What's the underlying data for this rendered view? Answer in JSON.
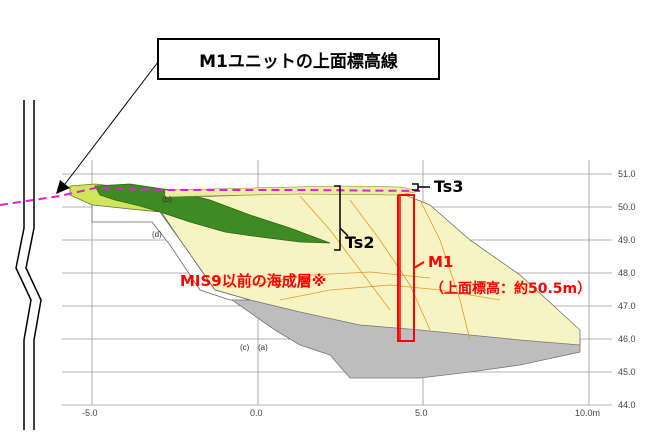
{
  "callout": {
    "title": "M1ユニットの上面標高線"
  },
  "labels": {
    "ts3": "Ts3",
    "ts2": "Ts2",
    "m1": "M1",
    "m1_elevation": "（上面標高：約50.5m）",
    "mis9": "MIS9以前の海成層※"
  },
  "points": {
    "a": "(a)",
    "b": "(b)",
    "c": "(c)",
    "d": "(d)"
  },
  "axes": {
    "y_ticks": [
      "51.0",
      "50.0",
      "49.0",
      "48.0",
      "47.0",
      "46.0",
      "45.0",
      "44.0"
    ],
    "x_ticks": [
      "-5.0",
      "0.0",
      "5.0",
      "10.0m"
    ]
  },
  "colors": {
    "marine_yellow": "#f7f3c2",
    "green_dark": "#3f8a22",
    "green_light": "#cfe65a",
    "gray_base": "#b9b9b9",
    "magenta_line": "#e01fd6",
    "red_bracket": "#ff0000"
  }
}
